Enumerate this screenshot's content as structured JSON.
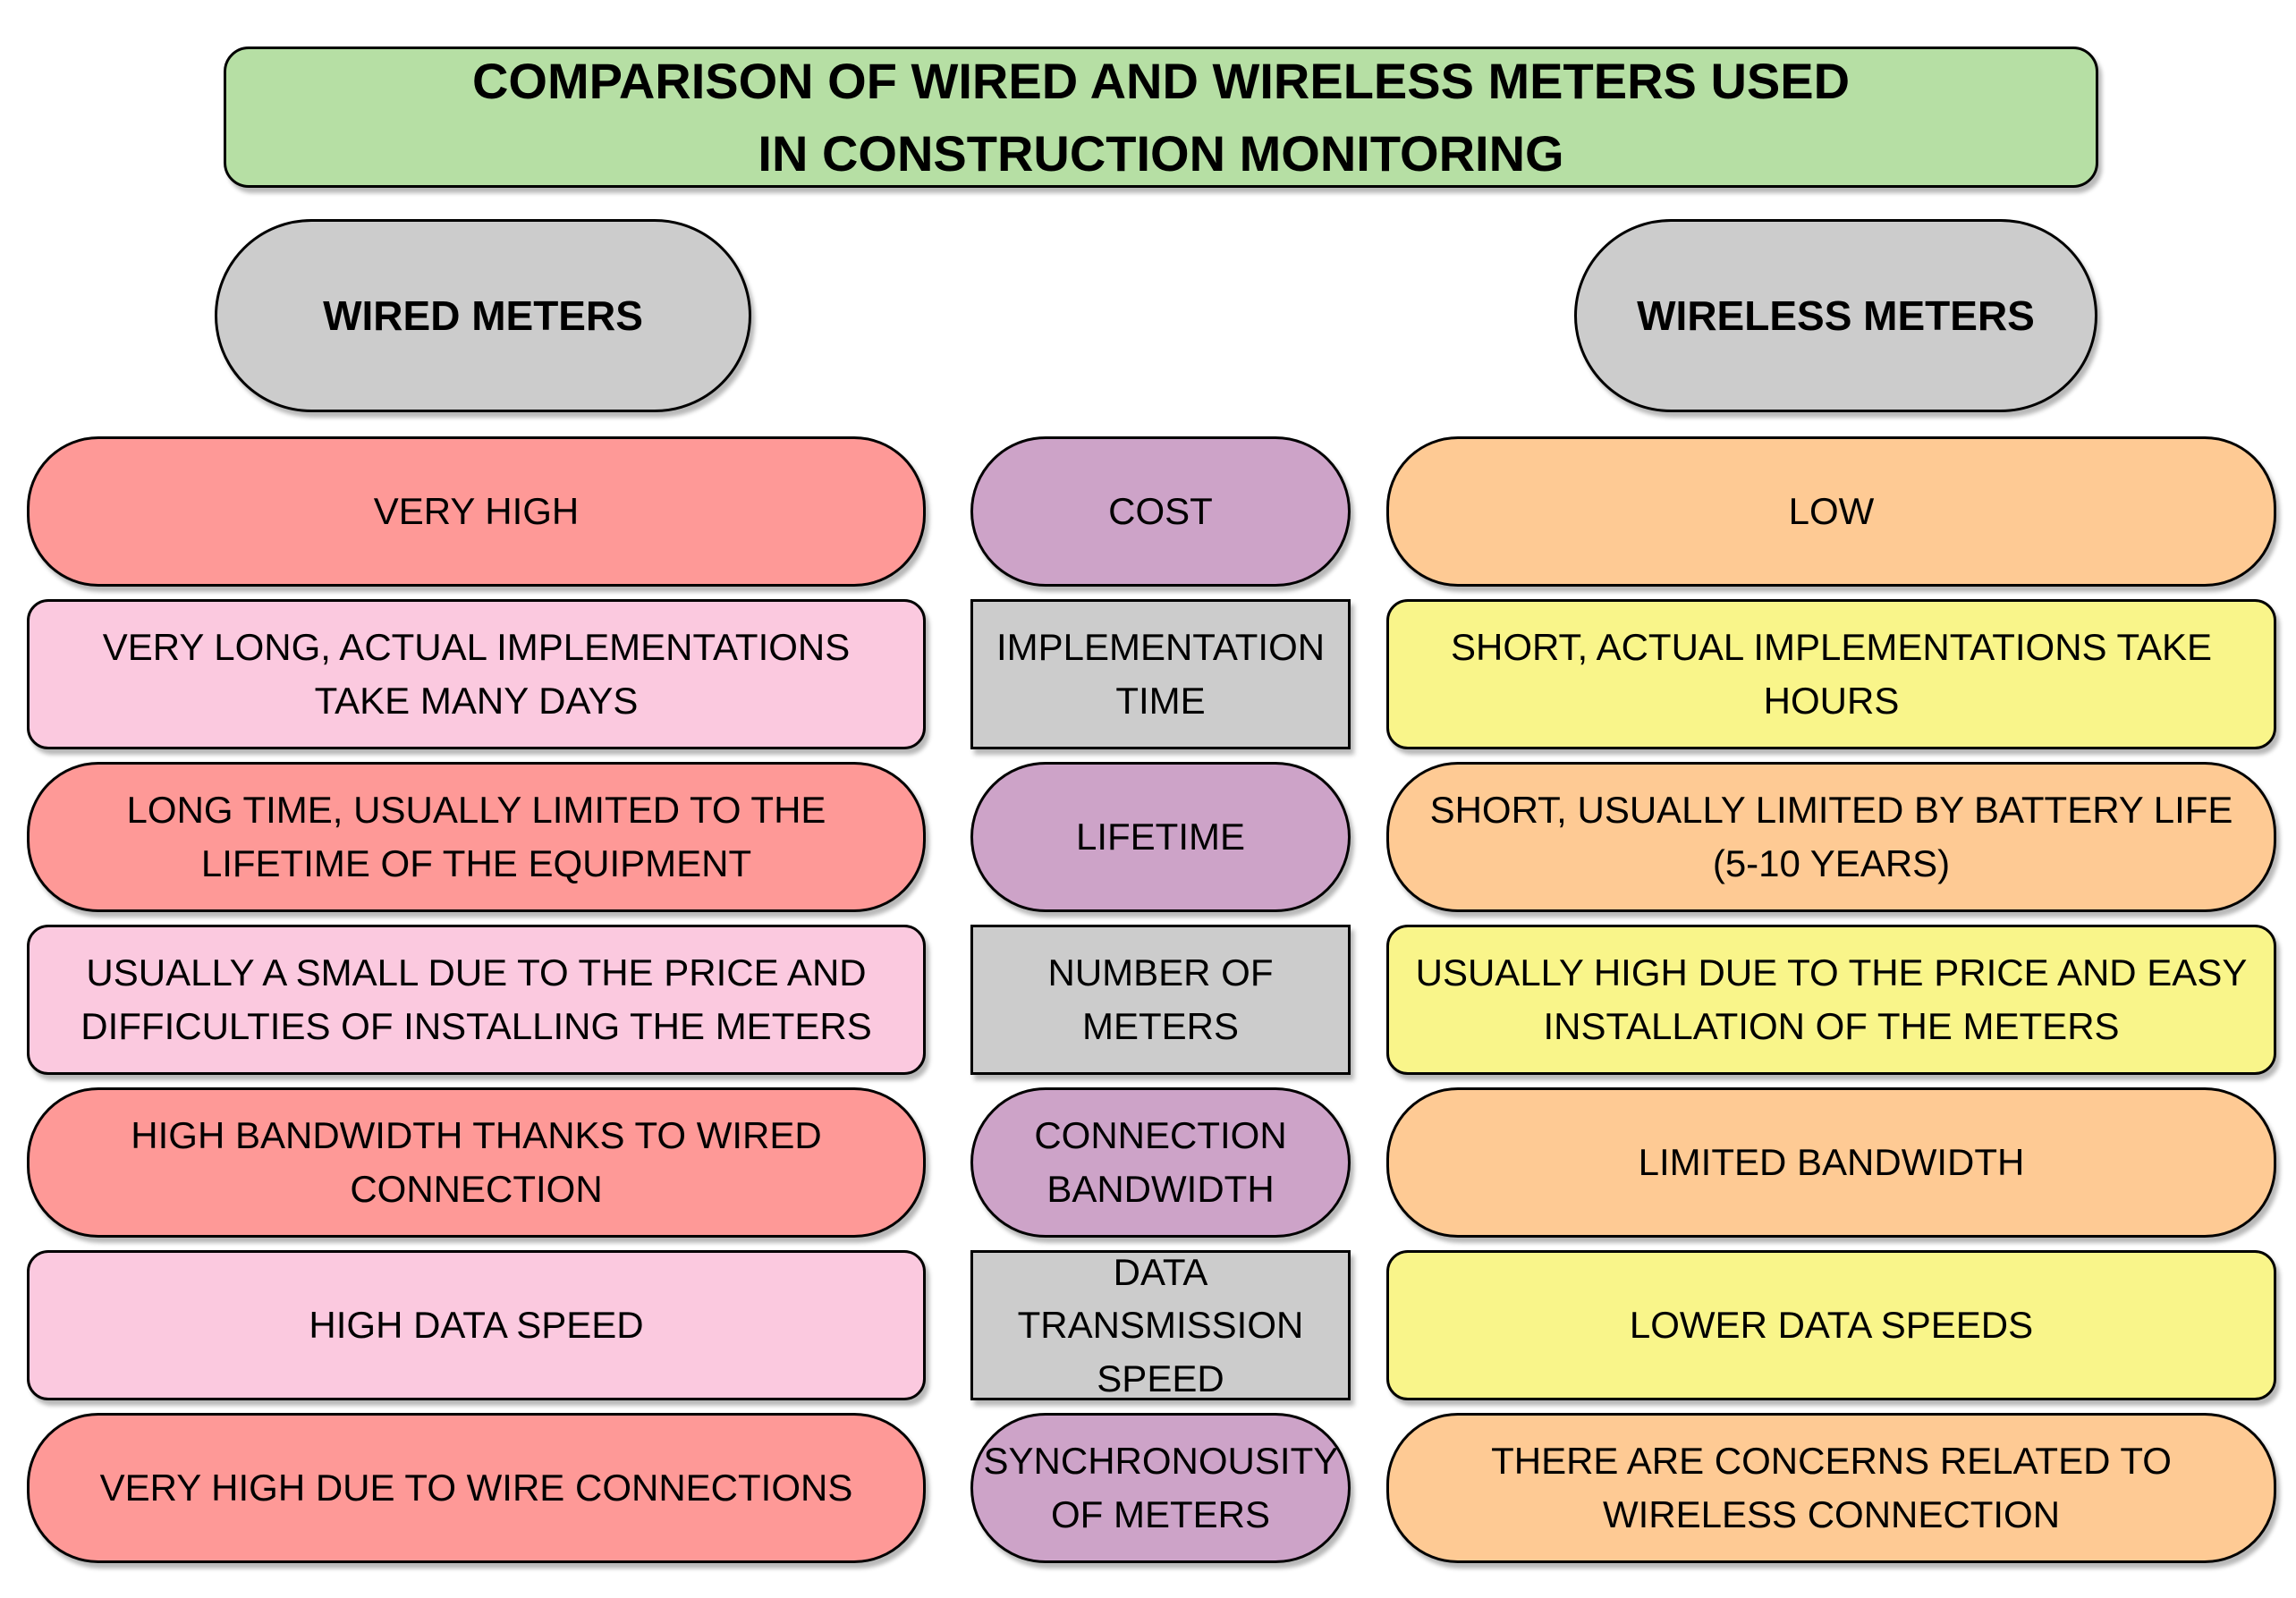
{
  "diagram": {
    "title": "COMPARISON OF WIRED AND WIRELESS METERS USED\nIN CONSTRUCTION MONITORING",
    "column_headers": {
      "wired": "WIRED METERS",
      "wireless": "WIRELESS METERS"
    },
    "rows": [
      {
        "attribute": "COST",
        "wired": "VERY HIGH",
        "wireless": "LOW"
      },
      {
        "attribute": "IMPLEMENTATION TIME",
        "wired": "VERY LONG, ACTUAL IMPLEMENTATIONS TAKE MANY DAYS",
        "wireless": "SHORT, ACTUAL IMPLEMENTATIONS TAKE HOURS"
      },
      {
        "attribute": "LIFETIME",
        "wired": "LONG TIME, USUALLY LIMITED TO THE LIFETIME OF THE EQUIPMENT",
        "wireless": "SHORT, USUALLY LIMITED BY BATTERY LIFE (5-10 YEARS)"
      },
      {
        "attribute": "NUMBER OF METERS",
        "wired": "USUALLY A SMALL DUE TO THE PRICE AND DIFFICULTIES OF INSTALLING THE METERS",
        "wireless": "USUALLY HIGH DUE TO THE PRICE AND EASY INSTALLATION OF THE METERS"
      },
      {
        "attribute": "CONNECTION BANDWIDTH",
        "wired": "HIGH BANDWIDTH THANKS TO WIRED CONNECTION",
        "wireless": "LIMITED BANDWIDTH"
      },
      {
        "attribute": "DATA TRANSMISSION SPEED",
        "wired": "HIGH DATA SPEED",
        "wireless": "LOWER DATA SPEEDS"
      },
      {
        "attribute": "SYNCHRONOUSITY OF METERS",
        "wired": "VERY HIGH DUE TO WIRE CONNECTIONS",
        "wireless": "THERE ARE CONCERNS RELATED TO WIRELESS CONNECTION"
      }
    ],
    "colors": {
      "title_bg": "#b6dfa4",
      "header_bg": "#cccccc",
      "wired_round_bg": "#fe9997",
      "wired_square_bg": "#fbc9df",
      "attribute_round_bg": "#cda3c8",
      "attribute_square_bg": "#cccccc",
      "wireless_round_bg": "#feca94",
      "wireless_square_bg": "#f9f58a",
      "border": "#000000"
    }
  }
}
